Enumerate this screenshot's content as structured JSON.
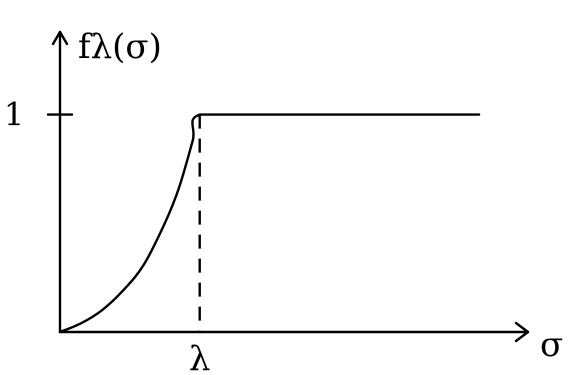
{
  "chart_data": {
    "type": "line",
    "ylabel": "fλ(σ)",
    "xlabel": "σ",
    "x_ticks": [
      {
        "x": 1,
        "label": "λ"
      }
    ],
    "y_ticks": [
      {
        "y": 1,
        "label": "1"
      }
    ],
    "xlim": [
      0,
      3.35
    ],
    "ylim": [
      0,
      1.38
    ],
    "grid": false,
    "series": [
      {
        "x": [
          0,
          0.15,
          0.3,
          0.45,
          0.6,
          0.75,
          0.85,
          0.95,
          1.0,
          1.5,
          2.0,
          2.5,
          3.0
        ],
        "y": [
          0,
          0.04,
          0.1,
          0.19,
          0.31,
          0.5,
          0.66,
          0.88,
          1,
          1,
          1,
          1,
          1
        ]
      }
    ],
    "reference_lines": [
      {
        "orientation": "vertical",
        "x": 1,
        "from_y": 0,
        "to_y": 1,
        "style": "dashed"
      }
    ]
  }
}
